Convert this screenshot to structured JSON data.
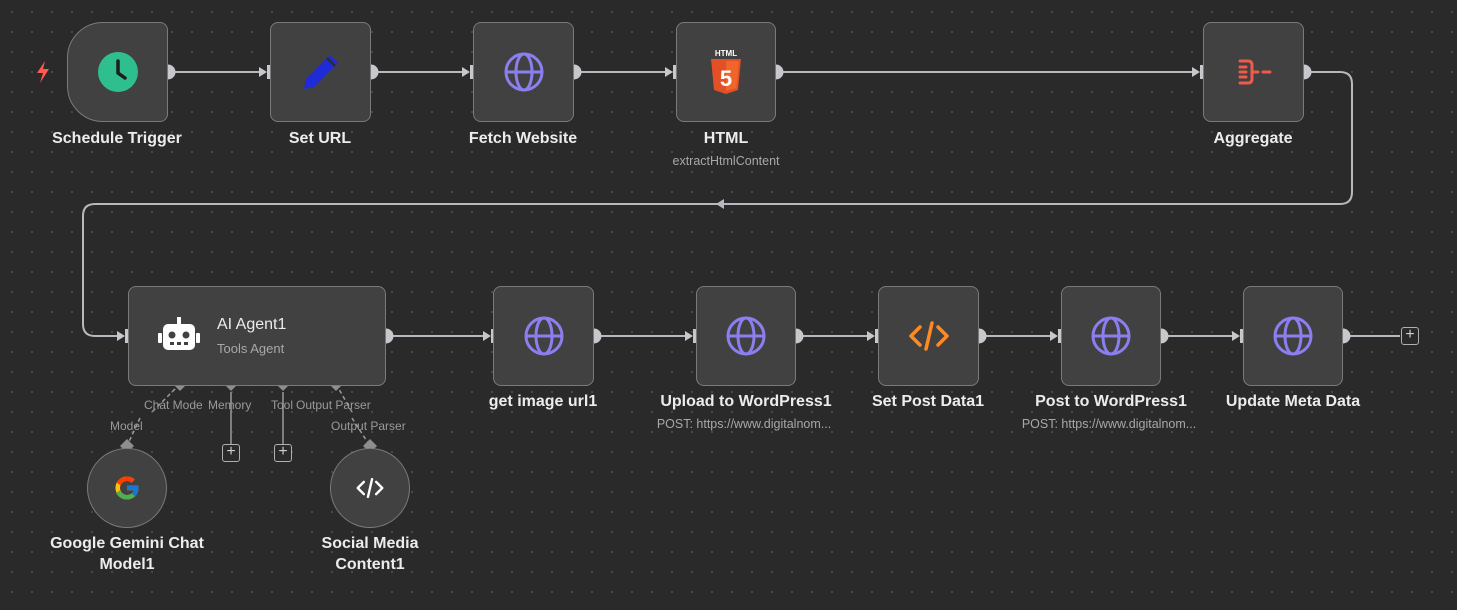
{
  "canvas": {
    "nodes": {
      "schedule_trigger": {
        "label": "Schedule Trigger",
        "icon": "clock-icon"
      },
      "set_url": {
        "label": "Set URL",
        "icon": "pencil-icon"
      },
      "fetch_website": {
        "label": "Fetch Website",
        "icon": "globe-icon"
      },
      "html": {
        "label": "HTML",
        "subtitle": "extractHtmlContent",
        "icon": "html5-icon",
        "icon_text": "HTML"
      },
      "aggregate": {
        "label": "Aggregate",
        "icon": "aggregate-icon"
      },
      "ai_agent": {
        "label": "AI Agent1",
        "subtitle": "Tools Agent",
        "icon": "robot-icon",
        "ports": [
          "Chat Mode",
          "Memory",
          "Tool",
          "Output Parser"
        ]
      },
      "get_image_url": {
        "label": "get image url1",
        "icon": "globe-icon"
      },
      "upload_wp": {
        "label": "Upload to WordPress1",
        "subtitle": "POST: https://www.digitalnom...",
        "icon": "globe-icon"
      },
      "set_post_data": {
        "label": "Set Post Data1",
        "icon": "code-icon"
      },
      "post_wp": {
        "label": "Post to WordPress1",
        "subtitle": "POST: https://www.digitalnom...",
        "icon": "globe-icon"
      },
      "update_meta": {
        "label": "Update Meta Data",
        "icon": "globe-icon"
      },
      "gemini": {
        "label_line1": "Google Gemini Chat",
        "label_line2": "Model1",
        "connector": "Model",
        "icon": "google-icon"
      },
      "social_media": {
        "label_line1": "Social Media",
        "label_line2": "Content1",
        "connector": "Output Parser",
        "icon": "code-icon"
      }
    },
    "colors": {
      "background": "#2a2a2a",
      "node_bg": "#414141",
      "node_border": "#7a7a7a",
      "wire": "#b8b8bf",
      "globe": "#8b7ff0",
      "clock": "#2fbf8f",
      "pencil": "#1f2bd9",
      "html5": "#e34f26",
      "aggregate": "#ef5a4a",
      "code": "#ff8a1f",
      "trigger_bolt": "#ff5a4f"
    }
  }
}
